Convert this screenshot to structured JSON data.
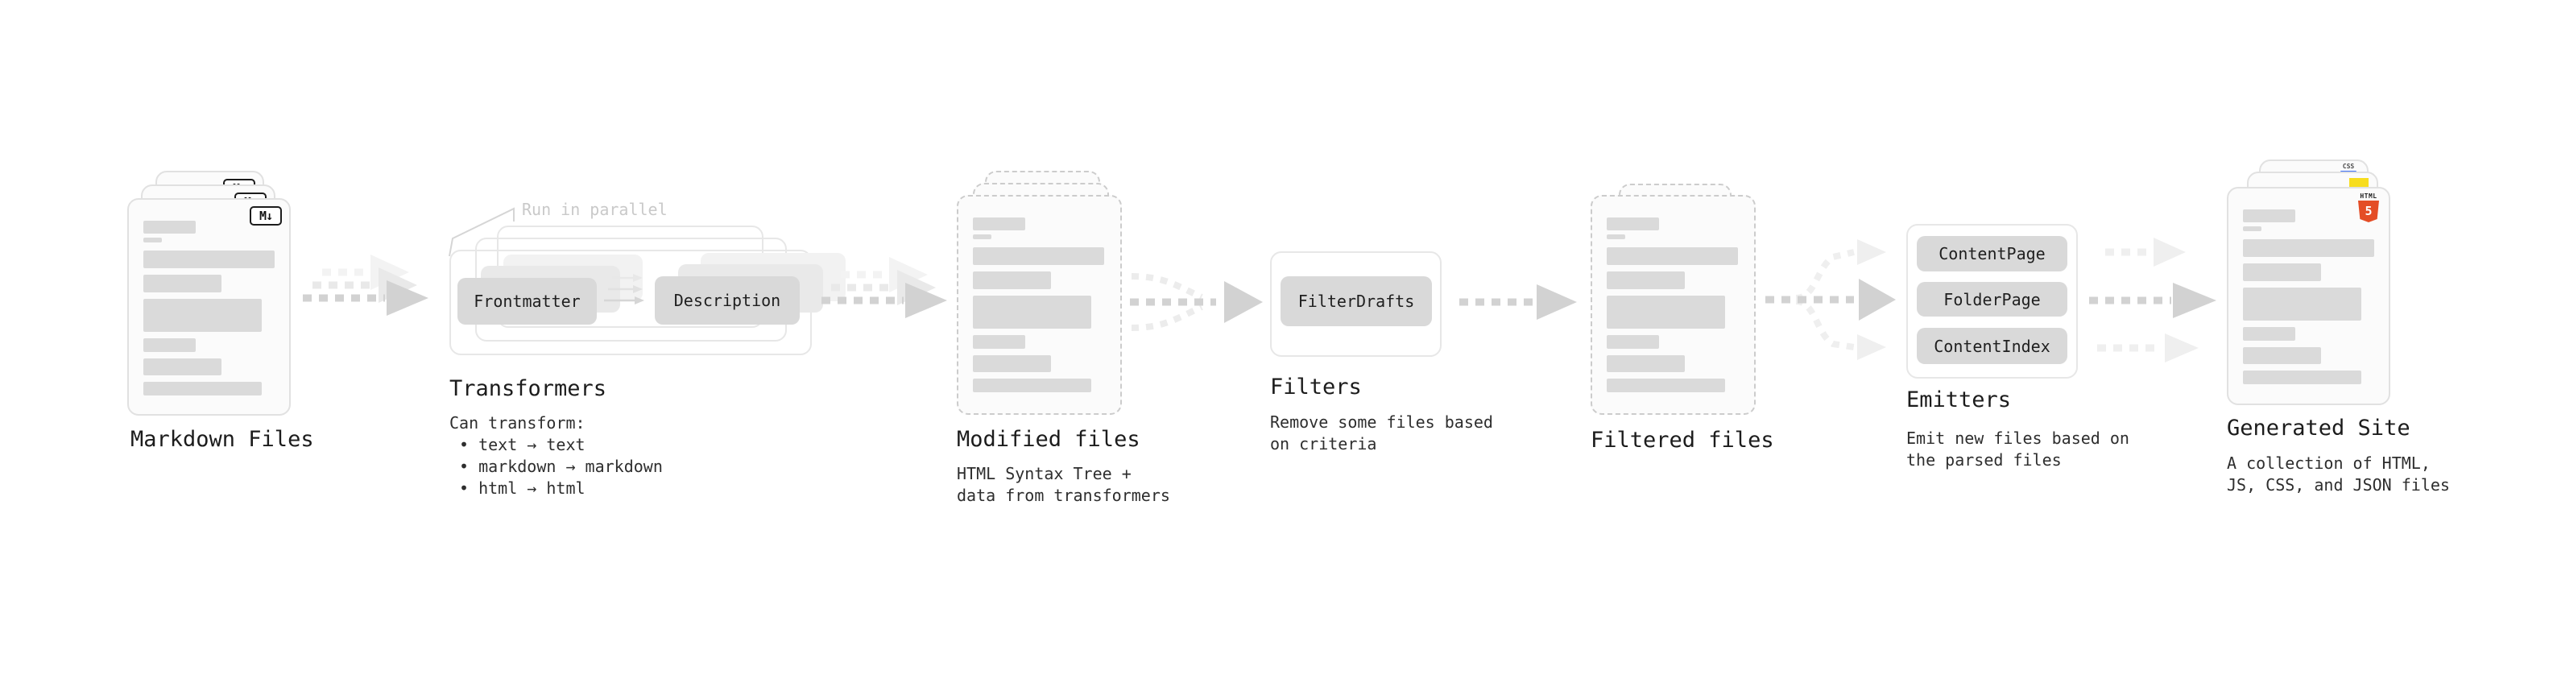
{
  "markdown_files": {
    "label": "Markdown Files",
    "badge": "M↓"
  },
  "transformers": {
    "label": "Transformers",
    "annotation": "Run in parallel",
    "chip_frontmatter": "Frontmatter",
    "chip_description": "Description",
    "caption_title": "Can transform:",
    "bullets": [
      "• text → text",
      "• markdown → markdown",
      "• html → html"
    ]
  },
  "modified_files": {
    "label": "Modified files",
    "caption": [
      "HTML Syntax Tree +",
      "data from transformers"
    ]
  },
  "filters": {
    "label": "Filters",
    "chip_filterdrafts": "FilterDrafts",
    "caption": [
      "Remove some files based",
      "on criteria"
    ]
  },
  "filtered_files": {
    "label": "Filtered files"
  },
  "emitters": {
    "label": "Emitters",
    "chips": [
      "ContentPage",
      "FolderPage",
      "ContentIndex"
    ],
    "caption": [
      "Emit new files based on",
      "the parsed files"
    ]
  },
  "generated_site": {
    "label": "Generated Site",
    "badges": {
      "css": "CSS",
      "html_word": "HTML",
      "html_number": "5"
    },
    "caption": [
      "A collection of HTML,",
      "JS, CSS, and JSON files"
    ]
  },
  "colors": {
    "html5_orange": "#e44d26",
    "js_yellow": "#f7dd1e",
    "css_blue": "#3b6ef6",
    "chip_gray": "#d9d9d9",
    "arrow_dark": "#d2d2d2",
    "arrow_light": "#eaeaea",
    "annotation_gray": "#c9c9c9"
  }
}
